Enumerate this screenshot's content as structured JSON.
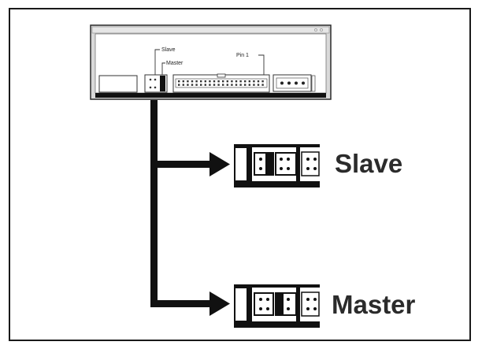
{
  "drive": {
    "slave_label": "Slave",
    "master_label": "Master",
    "pin1_label": "Pin 1"
  },
  "settings": {
    "slave_label": "Slave",
    "master_label": "Master"
  }
}
